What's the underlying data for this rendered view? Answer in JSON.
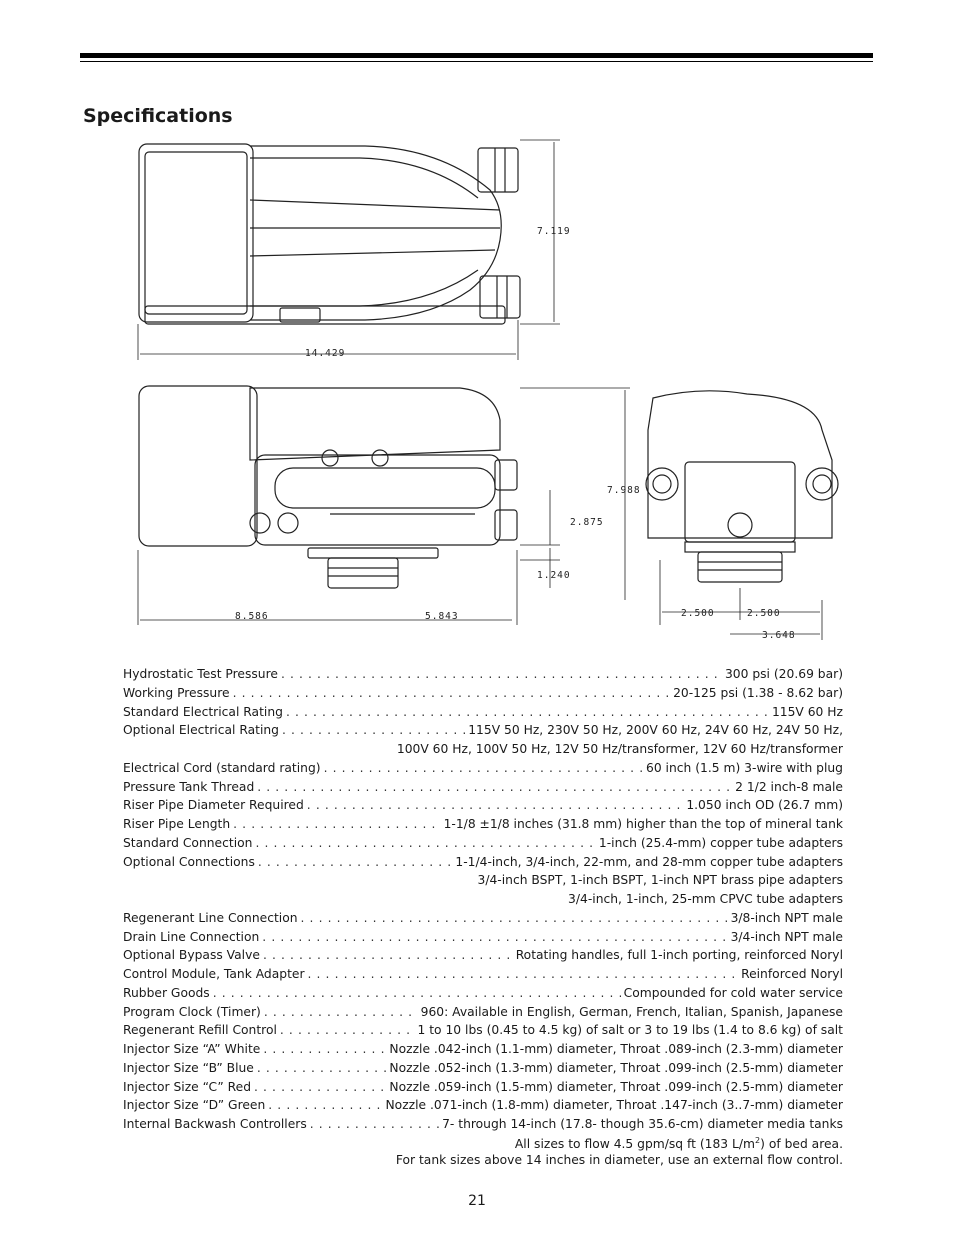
{
  "page": {
    "title": "Specifications",
    "page_number": "21"
  },
  "dimensions": {
    "top_height": "7.119",
    "top_length": "14.429",
    "side_height": "7.988",
    "riser_height": "2.875",
    "riser_offset": "1.240",
    "front_length": "8.586",
    "rear_length": "5.843",
    "end_half_left": "2.500",
    "end_half_right": "2.500",
    "end_offset": "3.648"
  },
  "specs": [
    {
      "label": "Hydrostatic Test Pressure",
      "value": "300 psi (20.69 bar)"
    },
    {
      "label": "Working Pressure",
      "value": "20-125 psi (1.38 - 8.62 bar)"
    },
    {
      "label": "Standard Electrical Rating",
      "value": "115V 60 Hz"
    },
    {
      "label": "Optional Electrical Rating",
      "value": "115V 50 Hz, 230V 50 Hz, 200V 60 Hz, 24V 60 Hz, 24V 50 Hz,",
      "continuation": [
        "100V 60 Hz, 100V 50 Hz,  12V 50 Hz/transformer, 12V 60 Hz/transformer"
      ]
    },
    {
      "label": "Electrical Cord (standard rating)",
      "value": "60 inch (1.5 m) 3-wire with plug"
    },
    {
      "label": "Pressure Tank Thread",
      "value": "2 1/2 inch-8 male"
    },
    {
      "label": "Riser Pipe Diameter Required",
      "value": "1.050 inch OD (26.7 mm)"
    },
    {
      "label": "Riser Pipe Length",
      "value": "1-1/8 ±1/8 inches (31.8 mm) higher than the top of mineral tank"
    },
    {
      "label": "Standard Connection",
      "value": "1-inch (25.4-mm) copper tube adapters"
    },
    {
      "label": "Optional Connections",
      "value": "1-1/4-inch, 3/4-inch, 22-mm, and 28-mm copper tube adapters",
      "continuation": [
        "3/4-inch BSPT, 1-inch BSPT, 1-inch NPT brass pipe adapters",
        "3/4-inch, 1-inch, 25-mm CPVC tube adapters"
      ]
    },
    {
      "label": "Regenerant Line Connection",
      "value": "3/8-inch NPT male"
    },
    {
      "label": "Drain Line Connection",
      "value": "3/4-inch NPT male"
    },
    {
      "label": "Optional Bypass Valve",
      "value": "Rotating handles, full 1-inch porting, reinforced Noryl"
    },
    {
      "label": "Control Module, Tank Adapter",
      "value": "Reinforced Noryl"
    },
    {
      "label": "Rubber Goods",
      "value": "Compounded for cold water service"
    },
    {
      "label": "Program Clock (Timer)",
      "value": "960: Available in English, German, French, Italian, Spanish, Japanese"
    },
    {
      "label": "Regenerant Refill Control",
      "value": "1 to 10 lbs (0.45 to 4.5 kg) of salt or 3 to 19 lbs (1.4 to 8.6 kg) of salt"
    },
    {
      "label": "Injector Size “A” White",
      "value": "Nozzle .042-inch (1.1-mm) diameter, Throat .089-inch (2.3-mm) diameter"
    },
    {
      "label": "Injector Size “B” Blue",
      "value": "Nozzle .052-inch (1.3-mm) diameter, Throat .099-inch (2.5-mm) diameter"
    },
    {
      "label": "Injector Size “C” Red",
      "value": "Nozzle .059-inch (1.5-mm) diameter, Throat .099-inch (2.5-mm) diameter"
    },
    {
      "label": "Injector Size “D” Green",
      "value": "Nozzle .071-inch (1.8-mm) diameter, Throat .147-inch (3..7-mm) diameter"
    },
    {
      "label": "Internal Backwash Controllers",
      "value": "7- through 14-inch (17.8- though 35.6-cm) diameter media tanks"
    }
  ],
  "notes": {
    "flow_prefix": "All sizes to flow 4.5 gpm/sq ft (183 L/m",
    "flow_sup": "2",
    "flow_suffix": ") of bed area.",
    "large_tank": "For tank sizes above 14 inches in diameter, use an external flow control."
  }
}
